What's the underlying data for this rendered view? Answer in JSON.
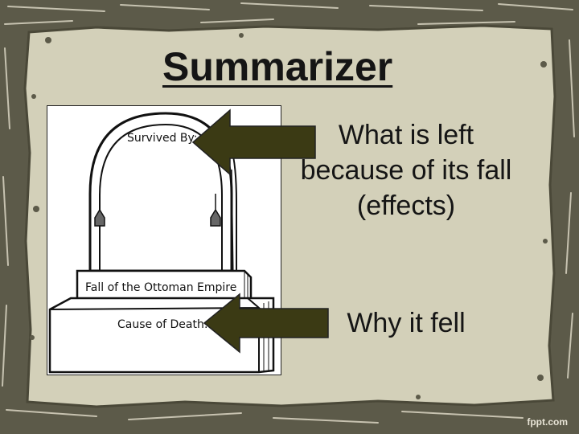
{
  "slide": {
    "title": "Summarizer",
    "top_text": "What is left because of its fall (effects)",
    "bottom_text": "Why it fell",
    "watermark": "fppt.com"
  },
  "tombstone": {
    "survived_by_label": "Survived By:",
    "empire_label": "Fall of the Ottoman Empire",
    "cause_label": "Cause of Death:"
  },
  "colors": {
    "frame": "#5c5a49",
    "panel": "#d3d0b9",
    "arrow": "#3b3a14",
    "text": "#151515"
  },
  "icons": [
    "tombstone-illustration",
    "left-arrow-icon",
    "left-arrow-icon"
  ]
}
